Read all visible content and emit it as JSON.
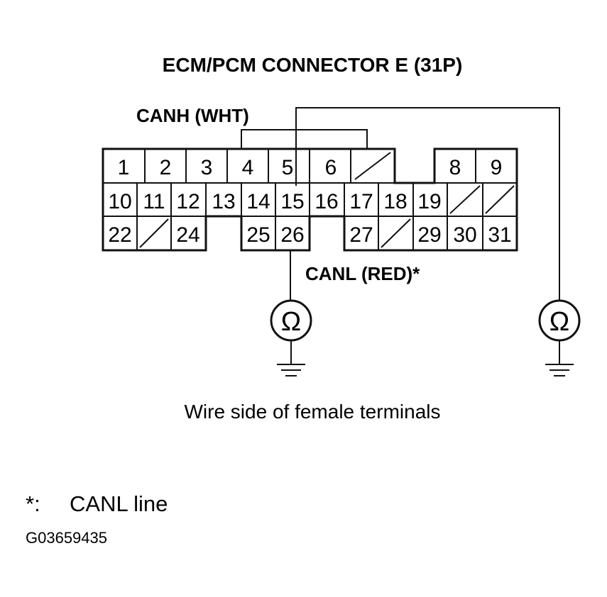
{
  "header": {
    "title": "ECM/PCM CONNECTOR E (31P)"
  },
  "labels": {
    "canh": "CANH (WHT)",
    "canl": "CANL (RED)*",
    "caption": "Wire side of female terminals",
    "note_symbol": "*:",
    "note_text": "CANL line",
    "figure_code": "G03659435"
  },
  "meter_symbol": "Ω",
  "connector": {
    "row1": [
      "1",
      "2",
      "3",
      "4",
      "5",
      "6",
      "",
      "",
      "8",
      "9"
    ],
    "row2": [
      "10",
      "11",
      "12",
      "13",
      "14",
      "15",
      "16",
      "17",
      "18",
      "19",
      "",
      ""
    ],
    "row3": [
      "22",
      "",
      "24",
      "",
      "25",
      "26",
      "",
      "27",
      "",
      "29",
      "30",
      "31"
    ]
  }
}
